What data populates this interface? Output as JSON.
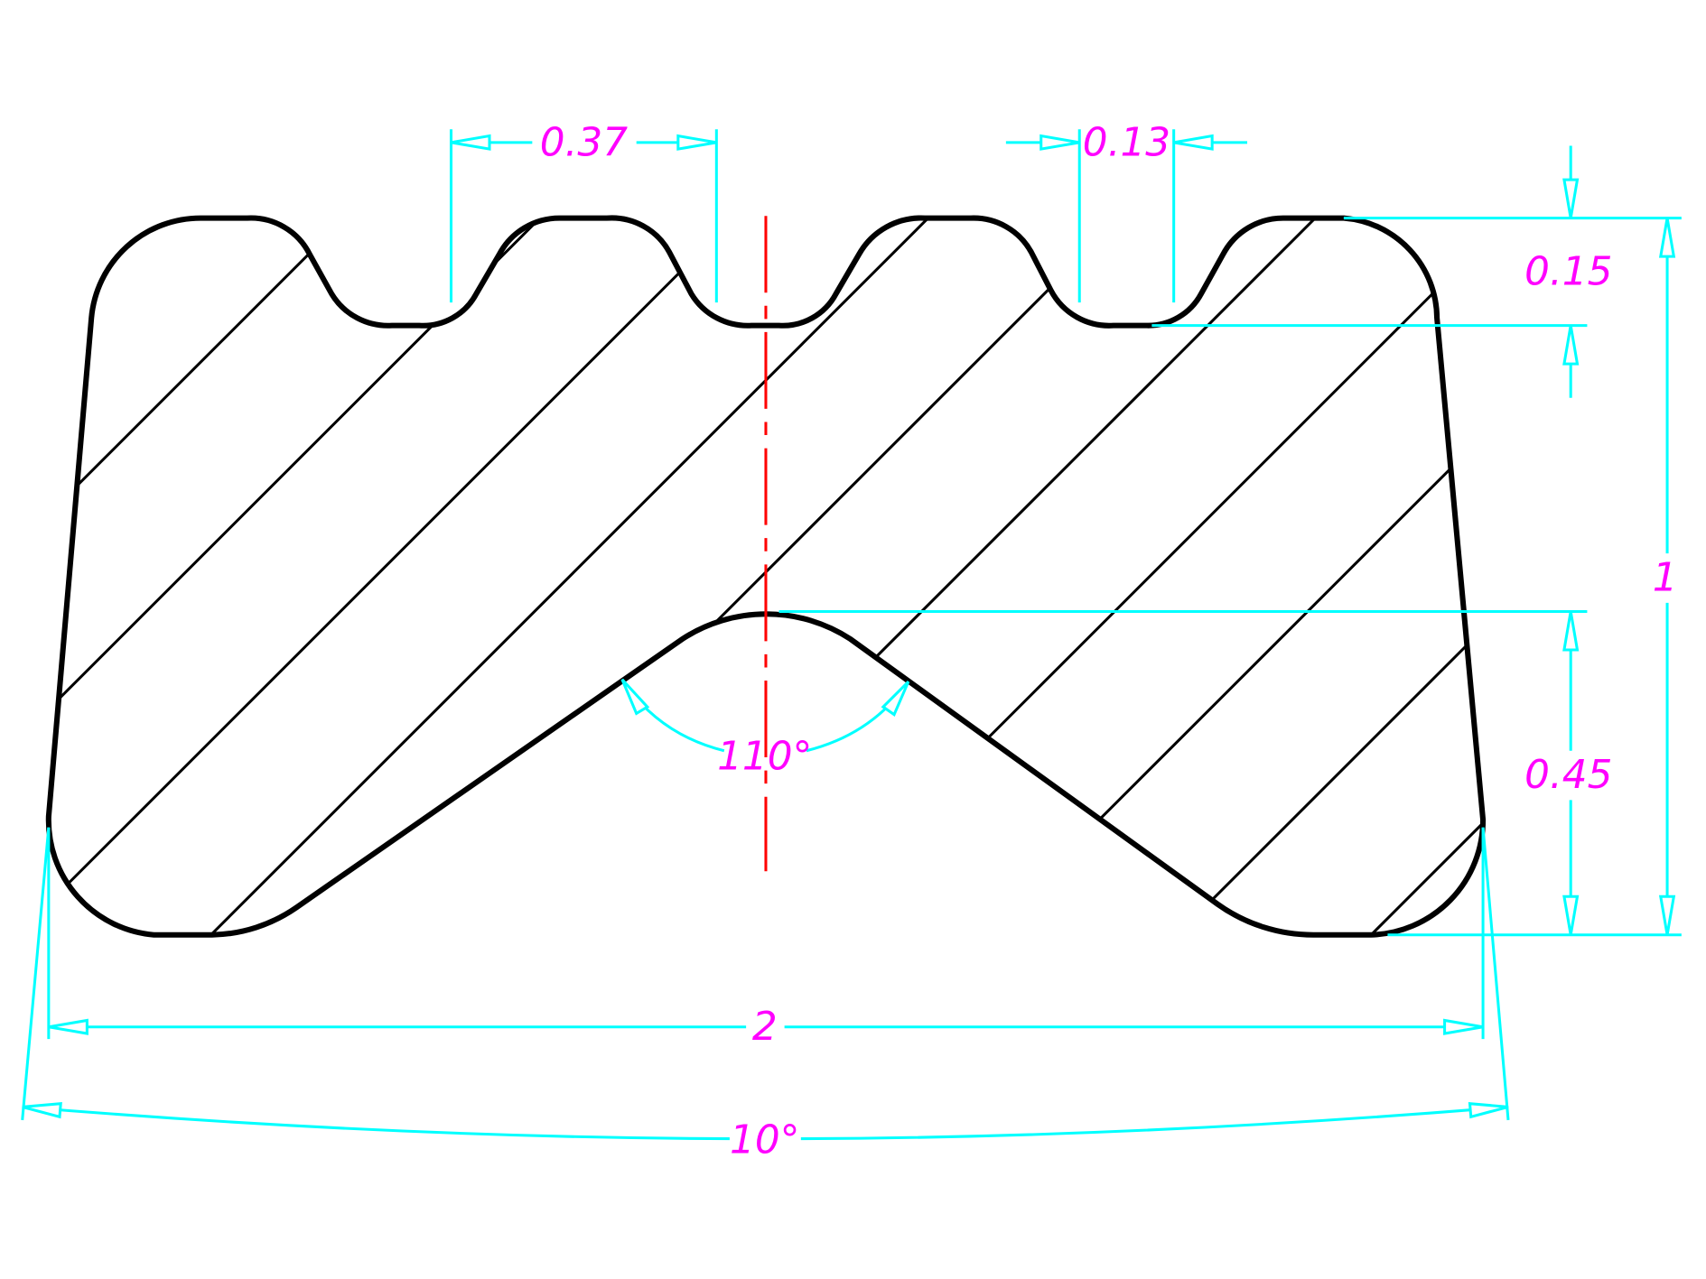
{
  "drawing": {
    "dimensions": {
      "groove_pitch": "0.37",
      "groove_flat": "0.13",
      "groove_depth": "0.15",
      "total_height": "1",
      "v_notch_depth": "0.45",
      "width": "2",
      "side_taper_angle": "10°",
      "v_notch_angle": "110°"
    },
    "colors": {
      "outline": "#000000",
      "dimension": "#00ffff",
      "text": "#ff00ff",
      "centerline": "#ff0000"
    },
    "hatch_constants": [
      513,
      691,
      868,
      1045,
      1220,
      1398,
      1574,
      1750,
      1926,
      2103
    ]
  }
}
